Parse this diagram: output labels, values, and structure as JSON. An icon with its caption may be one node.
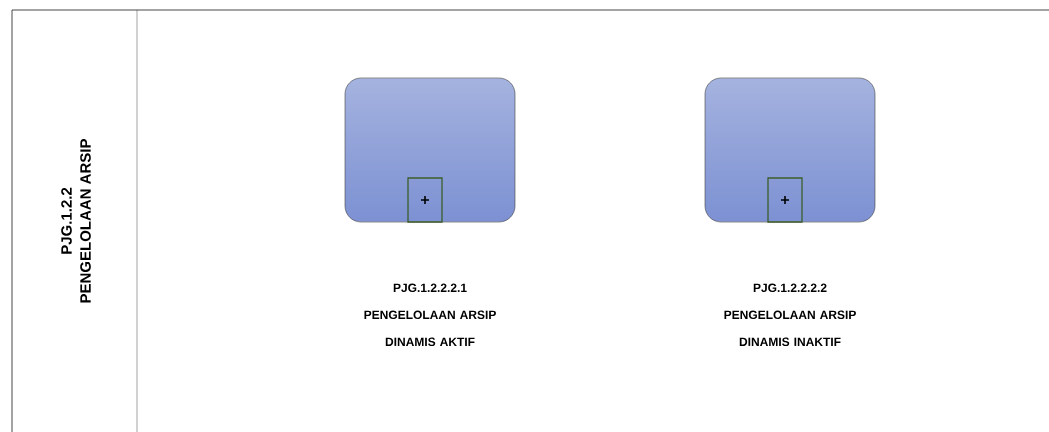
{
  "diagram": {
    "nodes": [
      {
        "text": [
          "PJG.1.2.2",
          "PENGELOLAAN ARSIP"
        ]
      },
      {
        "text": [],
        "shape": "box",
        "in": 0,
        "beside": [
          "PJG.1.2.2.2.1",
          "PENGELOLAAN ARSIP DINAMIS AKTIF"
        ]
      },
      {
        "text": [],
        "shape": "box",
        "in": 0,
        "beside": [
          "PJG.1.2.2.2.2",
          "PENGELOLAAN ARSIP DINAMIS INAKTIF"
        ]
      }
    ],
    "edges": []
  }
}
